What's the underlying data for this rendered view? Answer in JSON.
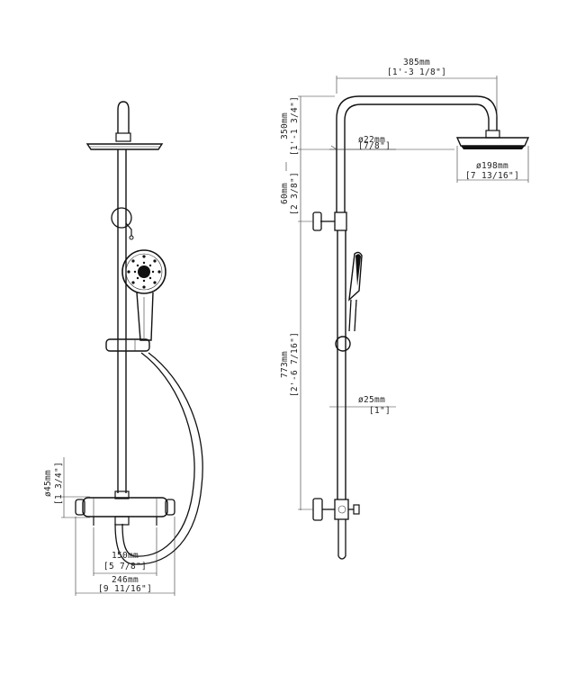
{
  "front_view": {
    "diameter_45": {
      "mm": "ø45mm",
      "inch": "[1 3/4\"]"
    },
    "width_150": {
      "mm": "150mm",
      "inch": "[5 7/8\"]"
    },
    "width_246": {
      "mm": "246mm",
      "inch": "[9 11/16\"]"
    }
  },
  "side_view": {
    "arm_385": {
      "mm": "385mm",
      "inch": "[1'-3 1/8\"]"
    },
    "height_350": {
      "mm": "350mm",
      "inch": "[1'-1 3/4\"]"
    },
    "height_60": {
      "mm": "60mm",
      "inch": "[2 3/8\"]"
    },
    "pipe_22": {
      "mm": "ø22mm",
      "inch": "[7/8\"]"
    },
    "head_198": {
      "mm": "ø198mm",
      "inch": "[7 13/16\"]"
    },
    "height_773": {
      "mm": "773mm",
      "inch": "[2'-6 7/16\"]"
    },
    "pipe_25": {
      "mm": "ø25mm",
      "inch": "[1\"]"
    }
  }
}
